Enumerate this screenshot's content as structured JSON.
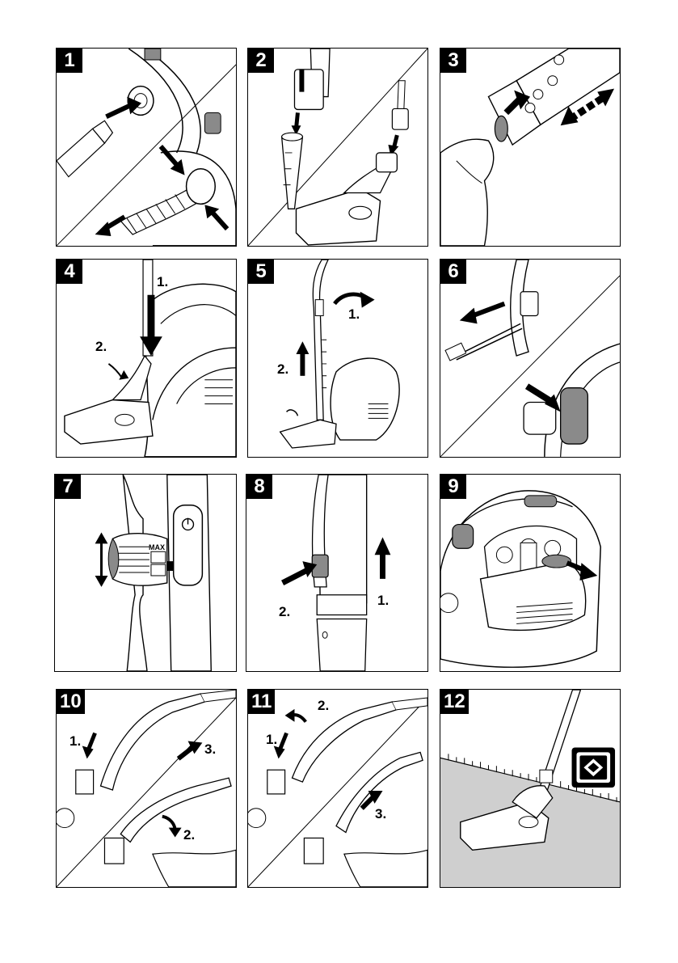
{
  "panels": [
    {
      "number": "1"
    },
    {
      "number": "2"
    },
    {
      "number": "3"
    },
    {
      "number": "4",
      "steps": [
        "1.",
        "2."
      ]
    },
    {
      "number": "5",
      "steps": [
        "1.",
        "2."
      ]
    },
    {
      "number": "6"
    },
    {
      "number": "7",
      "label": "MAX"
    },
    {
      "number": "8",
      "steps": [
        "1.",
        "2."
      ]
    },
    {
      "number": "9"
    },
    {
      "number": "10",
      "steps": [
        "1.",
        "2.",
        "3."
      ]
    },
    {
      "number": "11",
      "steps": [
        "1.",
        "2.",
        "3."
      ]
    },
    {
      "number": "12"
    }
  ],
  "colors": {
    "ink": "#000000",
    "grey": "#c8c8c8",
    "dark_grey": "#8a8a8a",
    "floor": "#cfcfcf"
  }
}
